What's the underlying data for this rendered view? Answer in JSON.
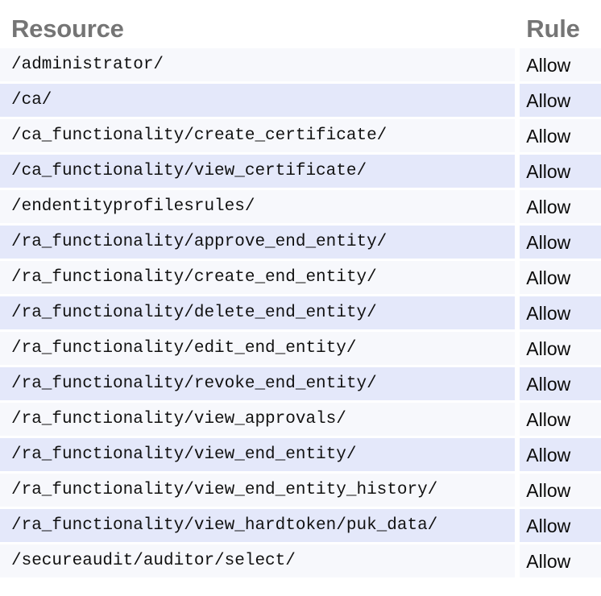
{
  "table": {
    "columns": [
      {
        "key": "resource",
        "label": "Resource"
      },
      {
        "key": "rule",
        "label": "Rule"
      }
    ],
    "header": {
      "resource_label": "Resource",
      "rule_label": "Rule"
    },
    "row_count": 15,
    "colors": {
      "page_background": "#ffffff",
      "header_text": "#757575",
      "row_odd_background": "#f7f8fc",
      "row_even_background": "#e4e8fa",
      "cell_text": "#111111",
      "row_separator": "#ffffff"
    },
    "rows": [
      {
        "resource": "/administrator/",
        "rule": "Allow"
      },
      {
        "resource": "/ca/",
        "rule": "Allow"
      },
      {
        "resource": "/ca_functionality/create_certificate/",
        "rule": "Allow"
      },
      {
        "resource": "/ca_functionality/view_certificate/",
        "rule": "Allow"
      },
      {
        "resource": "/endentityprofilesrules/",
        "rule": "Allow"
      },
      {
        "resource": "/ra_functionality/approve_end_entity/",
        "rule": "Allow"
      },
      {
        "resource": "/ra_functionality/create_end_entity/",
        "rule": "Allow"
      },
      {
        "resource": "/ra_functionality/delete_end_entity/",
        "rule": "Allow"
      },
      {
        "resource": "/ra_functionality/edit_end_entity/",
        "rule": "Allow"
      },
      {
        "resource": "/ra_functionality/revoke_end_entity/",
        "rule": "Allow"
      },
      {
        "resource": "/ra_functionality/view_approvals/",
        "rule": "Allow"
      },
      {
        "resource": "/ra_functionality/view_end_entity/",
        "rule": "Allow"
      },
      {
        "resource": "/ra_functionality/view_end_entity_history/",
        "rule": "Allow"
      },
      {
        "resource": "/ra_functionality/view_hardtoken/puk_data/",
        "rule": "Allow"
      },
      {
        "resource": "/secureaudit/auditor/select/",
        "rule": "Allow"
      }
    ]
  }
}
